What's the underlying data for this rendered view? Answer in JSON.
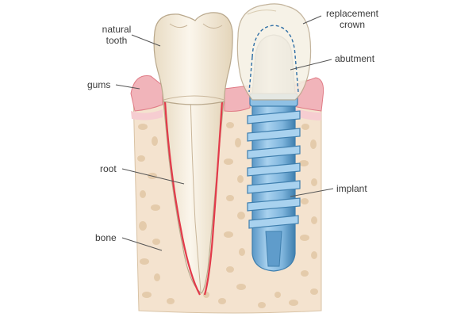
{
  "labels": {
    "natural_tooth_line1": "natural",
    "natural_tooth_line2": "tooth",
    "gums": "gums",
    "root": "root",
    "bone": "bone",
    "replacement_crown_line1": "replacement",
    "replacement_crown_line2": "crown",
    "abutment": "abutment",
    "implant": "implant"
  },
  "colors": {
    "bone": "#f4e3cf",
    "bone_spots": "#dcc3a4",
    "gum": "#f1b4ba",
    "gum_dark": "#e07b86",
    "tooth": "#f6eee0",
    "tooth_outline": "#b9a88c",
    "root_canal": "#e23a4a",
    "implant": "#7fb5dd",
    "implant_dark": "#3f7fae",
    "abutment": "#e2e2e2",
    "crown": "#f5f0e3"
  }
}
